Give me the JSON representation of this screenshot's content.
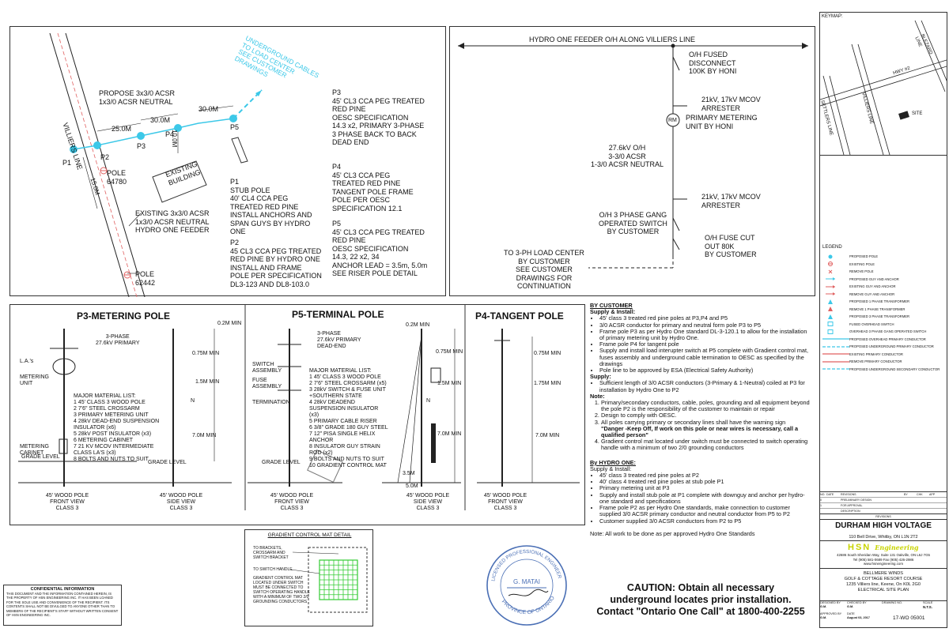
{
  "site_plan": {
    "underground_note": "UNDERGROUND CABLES\nTO LOAD CENTER\nSEE CUSTOMER\nDRAWINGS",
    "propose_note": "PROPOSE 3x3/0 ACSR\n1x3/0 ACSR NEUTRAL",
    "road_label": "VILLIERS LINE",
    "dims": [
      "25.0M",
      "30.0M",
      "10.0M",
      "30.0M",
      "15.0M"
    ],
    "poles": [
      "P1",
      "P2",
      "P3",
      "P4",
      "P5"
    ],
    "existing_building": "EXISTING\nBUILDING",
    "pole_64780": "POLE\n64780",
    "pole_62442": "POLE\n62442",
    "existing_feeder": "EXISTING  3x3/0 ACSR\n1x3/0 ACSR NEUTRAL\nHYDRO ONE FEEDER",
    "p1_desc": "P1\nSTUB POLE\n40' CL4 CCA PEG\nTREATED RED PINE\nINSTALL ANCHORS AND\nSPAN GUYS  BY HYDRO\nONE",
    "p2_desc": "P2\n45 CL3 CCA PEG TREATED\nRED PINE BY HYDRO ONE\nINSTALL AND FRAME\nPOLE PER SPECIFICATION\nDL3-123 AND DL8-103.0",
    "p3_desc": "P3\n45' CL3 CCA PEG TREATED\nRED PINE\nOESC SPECIFICATION\n14.3 x2, PRIMARY 3-PHASE\n3 PHASE BACK TO BACK\nDEAD END",
    "p4_desc": "P4\n45' CL3 CCA PEG\nTREATED RED PINE\nTANGENT POLE FRAME\nPOLE PER OESC\nSPECIFICATION 12.1",
    "p5_desc": "P5\n45' CL3 CCA PEG TREATED\nRED PINE\nOESC SPECIFICATION\n14.3, 22 x2, 34\nANCHOR LEAD = 3.5m, 5.0m\nSEE RISER POLE DETAIL"
  },
  "single_line": {
    "feeder": "HYDRO ONE FEEDER O/H ALONG VILLIERS LINE",
    "fused_disconnect": "O/H FUSED\nDISCONNECT\n100K BY HONI",
    "arrester1": "21kV, 17kV MCOV\nARRESTER",
    "metering": "PRIMARY METERING\nUNIT BY HONI",
    "rm": "RM",
    "conductor": "27.6kV O/H\n3-3/0 ACSR\n1-3/0 ACSR NEUTRAL",
    "arrester2": "21kV, 17kV MCOV\nARRESTER",
    "gang_switch": "O/H 3 PHASE GANG\nOPERATED SWITCH\nBY CUSTOMER",
    "fuse_cutout": "O/H  FUSE CUT\nOUT 80K\nBY CUSTOMER",
    "load_center": "TO 3-PH LOAD CENTER\nBY CUSTOMER\nSEE CUSTOMER\nDRAWINGS FOR\nCONTINUATION"
  },
  "details": {
    "p3_title": "P3-METERING POLE",
    "p5_title": "P5-TERMINAL POLE",
    "p4_title": "P4-TANGENT POLE",
    "p3_phase": "3-PHASE\n27.6kV PRIMARY",
    "las": "L.A.'s",
    "metering_unit": "METERING\nUNIT",
    "metering_cabinet": "METERING\nCABINET",
    "grade_level": "GRADE LEVEL",
    "p3_material": "MAJOR MATERIAL LIST:\n1      45' CLASS 3 WOOD POLE\n2      7'6\" STEEL CROSSARM\n3      PRIMARY METERING UNIT\n4      28kV DEAD-END SUSPENSION\n        INSULATOR (x6)\n5      28kV POST INSULATOR (x3)\n6      METERING CABINET\n7      21 KV MCOV INTERMEDIATE\n        CLASS LA'S (x3)\n8      BOLTS AND NUTS TO SUIT",
    "p5_phase": "3-PHASE\n27.6kV PRIMARY\nDEAD-END",
    "switch_assembly": "SWITCH\nASSEMBLY",
    "fuse_assembly": "FUSE\nASSEMBLY",
    "termination": "TERMINATION",
    "p5_material": "MAJOR MATERIAL LIST:\n1     45' CLASS 3 WOOD POLE\n2     7'6\" STEEL CROSSARM (x5)\n3     28kV SWITCH & FUSE UNIT\n       +SOUTHERN STATE\n4     28kV DEADEND\n       SUSPENSION INSULATOR\n       (x3)\n5     PRIMARY CABLE RISER\n6     3/8\" GRADE 180 GUY STEEL\n7     12\" PISA SINGLE HELIX\n       ANCHOR\n8     INSULATOR GUY STRAIN\n       ROD (x2)\n9     BOLTS AND NUTS TO SUIT\n10   GRADIENT CONTROL MAT",
    "dims_a": [
      "0.2M MIN",
      "0.75M MIN",
      "1.5M MIN",
      "N",
      "7.0M MIN"
    ],
    "dims_b": [
      "0.2M MIN",
      "0.75M MIN",
      "1.5M MIN",
      "N",
      "7.0M MIN",
      "3.5M",
      "5.0M"
    ],
    "dims_c": [
      "0.75M MIN",
      "1.75M MIN",
      "7.0M MIN"
    ],
    "captions": [
      {
        "title": "45' WOOD POLE",
        "view": "FRONT VIEW",
        "cls": "CLASS 3"
      },
      {
        "title": "45' WOOD POLE",
        "view": "SIDE VIEW",
        "cls": "CLASS 3"
      },
      {
        "title": "45' WOOD POLE",
        "view": "FRONT VIEW",
        "cls": "CLASS 3"
      },
      {
        "title": "45' WOOD POLE",
        "view": "SIDE VIEW",
        "cls": "CLASS 3"
      },
      {
        "title": "45' WOOD POLE",
        "view": "FRONT VIEW",
        "cls": "CLASS 3"
      }
    ]
  },
  "notes": {
    "by_customer": "BY CUSTOMER",
    "supply_install": "Supply & Install:",
    "customer_items": [
      "45' class 3 treated red pine poles at P3,P4 and P5",
      "3/0 ACSR conductor for primary and neutral form pole P3 to P5",
      "Frame pole P3 as per Hydro One standard DL-3-120.1 to allow for the installation of primary metering unit by Hydro One.",
      "Frame pole P4 for tangent pole",
      "Supply and install load interupter switch at P5 complete with Gradient control mat, fuses assembly and underground cable termination to OESC as specified by the drawings",
      "Pole line to be approved by ESA (Electrical Safety Authority)"
    ],
    "supply": "Supply:",
    "supply_items": [
      "Sufficient length of 3/0 ACSR conductors (3-Primary & 1-Neutral) coiled at P3 for installation by Hydro One to P2"
    ],
    "note_hdr": "Note:",
    "note_items": [
      "Primary/secondary conductors, cable, poles, grounding and all equipment beyond the pole P2 is the responsibility of the customer to maintain or repair",
      "Design to comply with OESC.",
      "All poles carrying primary or secondary lines shall have the warning sign",
      "Gradient control mat located under switch must be connected to switch operating handle with a minimum of two 2/0 grounding conductors"
    ],
    "warning": "\"Danger -Keep Off, If work on this pole or near wires is necessary, call a qualified person\"",
    "by_hydro": "By HYDRO ONE:",
    "hydro_supply": "Supply & Install:",
    "hydro_items": [
      "45' class 3 treated red pine poles at P2",
      "40' class 4 treated red pine poles at stub pole P1",
      "Primary metering unit at P3",
      "Supply and install stub pole at P1 complete with downguy and anchor per hydro-one standard and specifications",
      "Frame pole P2 as per Hydro One standards, make connection to customer supplied 3/0 ACSR primary conductor and neutral conductor from P5 to P2",
      "Customer supplied 3/0 ACSR conductors from P2 to P5"
    ],
    "final_note": "Note: All work to be done as per approved Hydro One Standards",
    "caution": "CAUTION: Obtain all necessary\nunderground locates prior installation.\nContact \"Ontario One Call\" at 1800-400-2255"
  },
  "gradient_mat": {
    "title": "GRADIENT CONTROL MAT DETAIL",
    "to_brackets": "TO BRACKETS,\nCROSSARM AND\nSWITCH BRACKET",
    "to_switch": "TO SWITCH HANDLE",
    "mat_note": "GRADIENT CONTROL MAT\nLOCATED UNDER SWITCH\nMUST BE CONNECTED TO\nSWITCH OPERATING HANDLE\nWITH A MINIMUM OF TWO 2/0\nGROUNDING CONDUCTORS"
  },
  "stamp": {
    "text_top": "LICENSED PROFESSIONAL ENGINEER",
    "name": "G. MATAI",
    "text_bottom": "PROVINCE OF ONTARIO"
  },
  "confidential": {
    "title": "CONFIDENTIAL INFORMATION",
    "body": "THIS DOCUMENT AND THE INFORMATION CONTAINED HEREIN, IS THE PROPERTY OF HSN ENGINEERING INC. IT HAS BEEN LOANED FOR THE SOLE USE AND CONVENIENCE OF THE RECIPIENT. ITS CONTENTS SHALL NOT BE DIVULGED TO ANYONE OTHER THAN TO MEMBERS OF THE RECIPIENT'S STAFF WITHOUT WRITTEN CONSENT OF HSN ENGINEERING INC."
  },
  "keymap": {
    "label": "KEYMAP:",
    "roads": [
      "HWY #2",
      "BLEZARD LINE",
      "SETTLERS LINE",
      "VILLIERS LINE"
    ],
    "site": "SITE"
  },
  "legend": {
    "label": "LEGEND",
    "items": [
      {
        "sym": "dot",
        "color": "#3cc8e8",
        "text": "PROPOSED POLE"
      },
      {
        "sym": "ring",
        "color": "#e06060",
        "text": "EXISTING POLE"
      },
      {
        "sym": "x",
        "color": "#e06060",
        "text": "REMOVE POLE"
      },
      {
        "sym": "arrow",
        "color": "#3cc8e8",
        "text": "PROPOSED GUY AND ANCHOR"
      },
      {
        "sym": "arrow",
        "color": "#e06060",
        "text": "EXISTING GUY AND ANCHOR"
      },
      {
        "sym": "arrow",
        "color": "#e06060",
        "text": "REMOVE GUY AND ANCHOR"
      },
      {
        "sym": "tri",
        "color": "#3cc8e8",
        "text": "PROPOSED 1 PHASE TRANSFORMER"
      },
      {
        "sym": "tri",
        "color": "#e06060",
        "text": "REMOVE 1 PHASE TRANSFORMER"
      },
      {
        "sym": "tri",
        "color": "#3cc8e8",
        "text": "PROPOSED 3 PHASE TRANSFORMER"
      },
      {
        "sym": "sq",
        "color": "#3cc8e8",
        "text": "FUSED OVERHEAD SWITCH"
      },
      {
        "sym": "sq",
        "color": "#3cc8e8",
        "text": "OVERHEAD 3 PHASE GANG OPERATED SWITCH"
      },
      {
        "sym": "line",
        "color": "#3cc8e8",
        "text": "PROPOSED OVERHEAD PRIMARY CONDUCTOR"
      },
      {
        "sym": "dash",
        "color": "#3cc8e8",
        "text": "PROPOSED UNDERGROUND PRIMARY CONDUCTOR"
      },
      {
        "sym": "line",
        "color": "#e06060",
        "text": "EXISTING PRIMARY CONDUCTOR"
      },
      {
        "sym": "line",
        "color": "#e06060",
        "text": "REMOVE PRIMARY CONDUCTOR"
      },
      {
        "sym": "dash",
        "color": "#3cc8e8",
        "text": "PROPOSED UNDERGROUND SECONDARY CONDUCTOR"
      }
    ]
  },
  "revisions": {
    "cols": [
      "NO.",
      "DATE",
      "REVISIONS",
      "BY",
      "CHK",
      "APP"
    ],
    "rows": [
      [
        "0",
        "",
        "PRELIMINARY DESIGN",
        "",
        "",
        ""
      ],
      [
        "1",
        "",
        "FOR APPROVAL",
        "",
        "",
        ""
      ]
    ],
    "bottom": [
      "",
      "",
      "DESCRIPTION",
      "",
      "",
      ""
    ],
    "footer": "REVISIONS"
  },
  "title_block": {
    "client": "DURHAM HIGH VOLTAGE",
    "client_addr": "110 Bell Drive, Whitby, ON L1N 2T2",
    "firm": "HSN",
    "firm_script": "Engineering",
    "firm_addr": "42686 South Sheridan Way, Suite 131 Oakville, ON L6J 7G5\nTel (905) 581-0689  Fax (905) 426-2986\nwww.hsnengineering.com",
    "project": "BELLMERE WINDS\nGOLF & COTTAGE RESORT COURSE\n1235 Villiers line, Keene, On K0L 2G0\nELECTRICAL SITE PLAN",
    "drawn_by_label": "DESIGNED BY",
    "drawn_by": "G.M.",
    "checked_label": "CHECKED BY",
    "checked": "G.M.",
    "approved_label": "APPROVED BY",
    "approved": "G.M.",
    "date_label": "DATE",
    "date": "August 03, 2017",
    "scale_label": "SCALE",
    "scale": "N.T.S.",
    "drawing_label": "DRAWING NO.",
    "drawing": "17-WO 05001"
  },
  "colors": {
    "proposed": "#3cc8e8",
    "existing": "#e06060",
    "mat": "#33cc33",
    "stamp": "#4a6fb5",
    "hsn": "#c8d400"
  }
}
